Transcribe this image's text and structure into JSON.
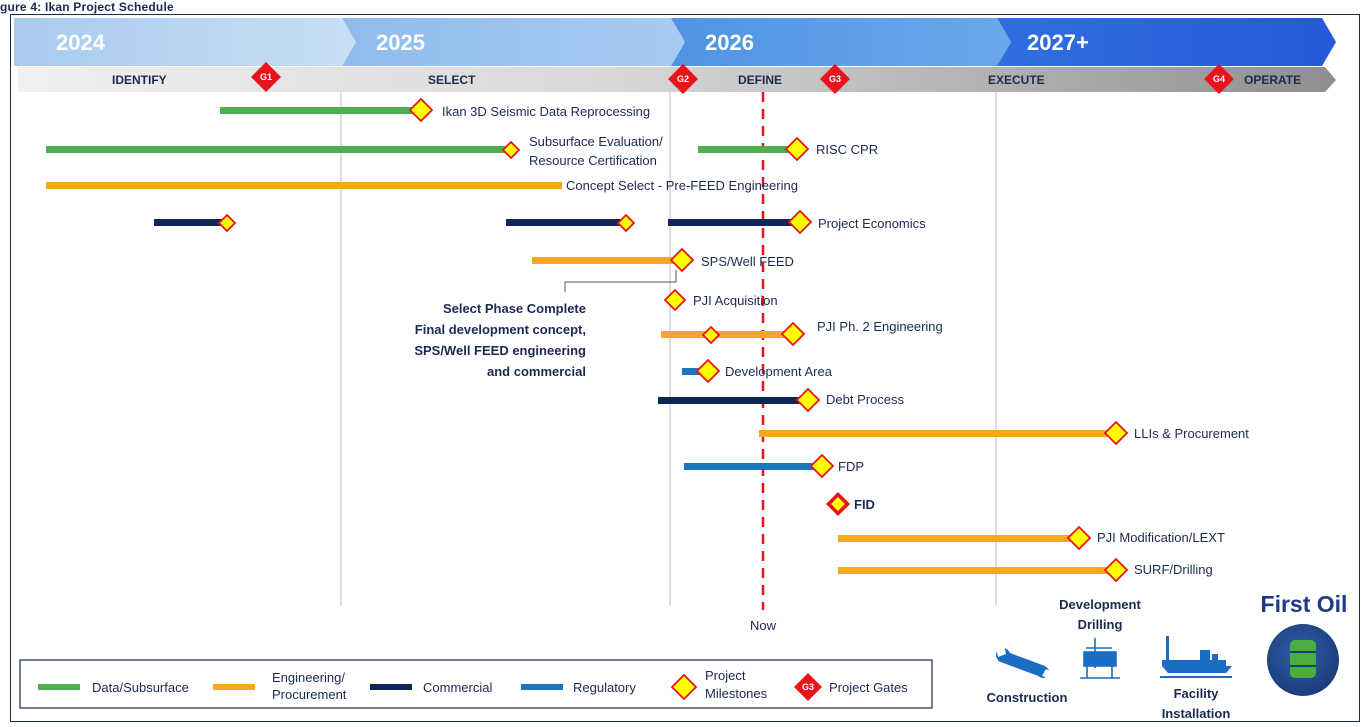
{
  "caption": "gure 4: Ikan Project Schedule",
  "years": [
    "2024",
    "2025",
    "2026",
    "2027+"
  ],
  "phases": [
    "IDENTIFY",
    "SELECT",
    "DEFINE",
    "EXECUTE",
    "OPERATE"
  ],
  "gates": [
    "G1",
    "G2",
    "G3",
    "G4"
  ],
  "tasks": {
    "seismic": "Ikan 3D Seismic Data Reprocessing",
    "subsurface_1": "Subsurface Evaluation/",
    "subsurface_2": "Resource Certification",
    "risc": "RISC CPR",
    "concept": "Concept Select - Pre-FEED Engineering",
    "economics": "Project Economics",
    "sps": "SPS/Well FEED",
    "pji_acq": "PJI Acquisition",
    "pji_ph2": "PJI Ph. 2 Engineering",
    "dev_area": "Development Area",
    "debt": "Debt Process",
    "llis": "LLIs & Procurement",
    "fdp": "FDP",
    "fid": "FID",
    "pji_mod": "PJI Modification/LEXT",
    "surf": "SURF/Drilling"
  },
  "note": {
    "title": "Select Phase Complete",
    "line1": "Final development concept,",
    "line2": "SPS/Well FEED engineering",
    "line3": "and commercial"
  },
  "now_label": "Now",
  "legend": {
    "data": "Data/Subsurface",
    "eng_1": "Engineering/",
    "eng_2": "Procurement",
    "commercial": "Commercial",
    "regulatory": "Regulatory",
    "milestones_1": "Project",
    "milestones_2": "Milestones",
    "gate_sample": "G3",
    "gates": "Project Gates"
  },
  "icons": {
    "construction": "Construction",
    "dev_drilling_1": "Development",
    "dev_drilling_2": "Drilling",
    "facility_1": "Facility",
    "facility_2": "Installation",
    "first_oil": "First Oil"
  },
  "colors": {
    "data": "#4caf50",
    "engineering": "#f5a623",
    "commercial": "#0f2557",
    "regulatory": "#1b75bc",
    "gate": "#e8141c",
    "milestone": "#ffff00",
    "now_line": "#e8141c"
  }
}
